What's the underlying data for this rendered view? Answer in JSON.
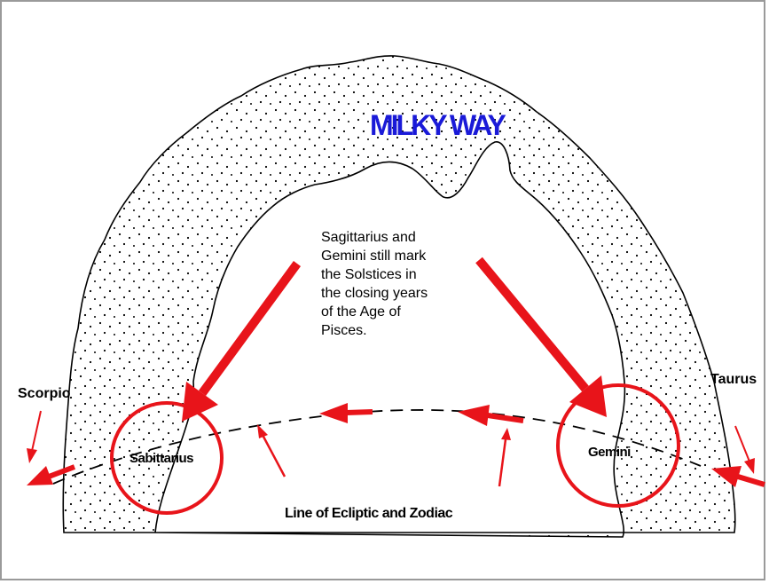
{
  "title": "MILKY WAY",
  "note_lines": [
    "Sagittarius and",
    "Gemini still mark",
    "the Solstices in",
    "the closing years",
    "of the Age of",
    "Pisces."
  ],
  "labels": {
    "scorpio": "Scorpio",
    "taurus": "Taurus",
    "sagittarius": "Sabittarius",
    "gemini": "Gemini",
    "ecliptic": "Line of Ecliptic and Zodiac"
  },
  "colors": {
    "arrow": "#e8141a",
    "title": "#1a1ad8",
    "outline": "#000000"
  }
}
